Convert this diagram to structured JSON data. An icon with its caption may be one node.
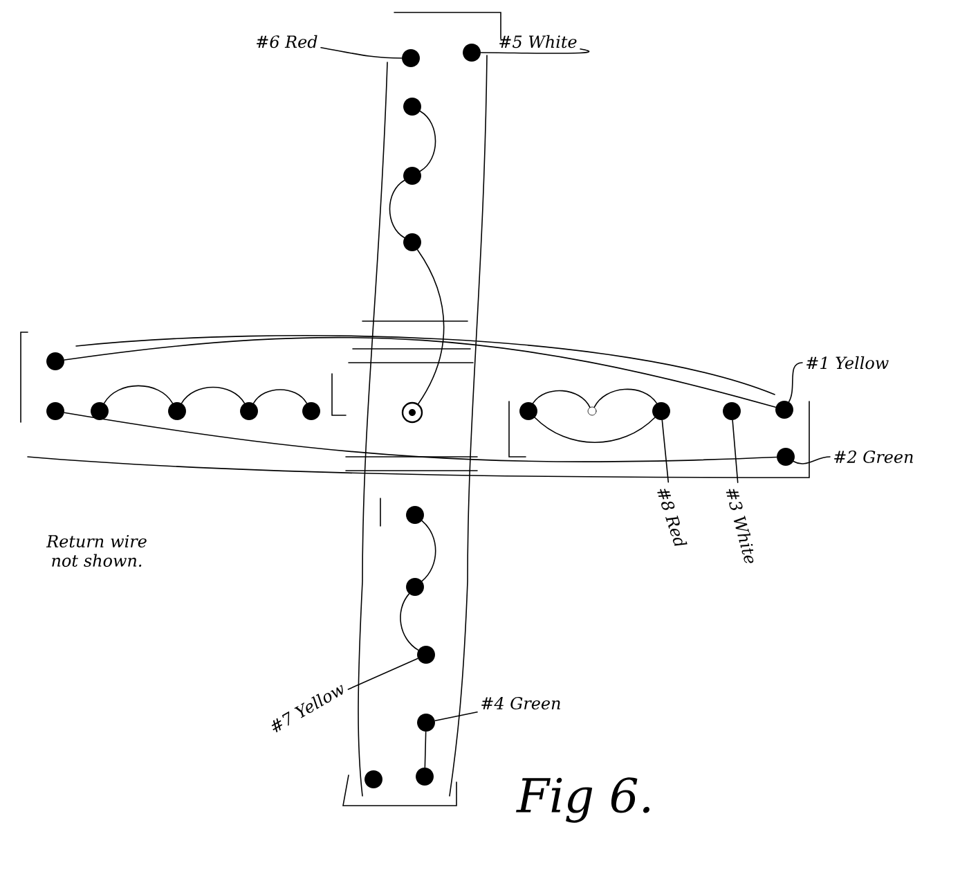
{
  "diagram": {
    "caption": "Fig 6.",
    "nodes": [
      {
        "text": [
          "#6 Red"
        ]
      },
      {
        "text": [
          "#5 White"
        ]
      },
      {
        "text": [
          "#1 Yellow"
        ]
      },
      {
        "text": [
          "#2 Green"
        ]
      },
      {
        "text": [
          "#8 Red"
        ]
      },
      {
        "text": [
          "#3 White"
        ]
      },
      {
        "text": [
          "#7 Yellow"
        ]
      },
      {
        "text": [
          "#4 Green"
        ]
      },
      {
        "text": [],
        "shape": "circle"
      },
      {
        "text": [],
        "shape": "circle"
      },
      {
        "text": [],
        "shape": "circle"
      },
      {
        "text": [],
        "shape": "circle"
      },
      {
        "text": [],
        "shape": "circle"
      },
      {
        "text": [],
        "shape": "circle"
      },
      {
        "text": [],
        "shape": "circle"
      },
      {
        "text": [],
        "shape": "circle"
      },
      {
        "text": [],
        "shape": "circle"
      },
      {
        "text": [],
        "shape": "circle"
      },
      {
        "text": [],
        "shape": "circle"
      },
      {
        "text": [],
        "shape": "circle"
      },
      {
        "text": [],
        "shape": "circle"
      },
      {
        "text": [],
        "shape": "circle"
      },
      {
        "text": [],
        "shape": "circle"
      },
      {
        "text": [],
        "shape": "circle"
      },
      {
        "text": [],
        "shape": "circle"
      },
      {
        "text": [],
        "shape": "circle"
      },
      {
        "text": [],
        "shape": "circle"
      },
      {
        "text": [],
        "shape": "circle"
      },
      {
        "text": [],
        "shape": "circle"
      },
      {
        "text": [],
        "shape": "circle"
      },
      {
        "text": [],
        "shape": "circle"
      },
      {
        "text": [],
        "shape": "circle"
      }
    ],
    "edges": [
      {
        "from": 0,
        "to": 8,
        "arrow": "none"
      },
      {
        "from": 1,
        "to": 9,
        "arrow": "none"
      },
      {
        "from": 2,
        "to": 24,
        "arrow": "none"
      },
      {
        "from": 3,
        "to": 25,
        "arrow": "none"
      },
      {
        "from": 4,
        "to": 22,
        "arrow": "none"
      },
      {
        "from": 5,
        "to": 23,
        "arrow": "none"
      },
      {
        "from": 6,
        "to": 28,
        "arrow": "none"
      },
      {
        "from": 7,
        "to": 29,
        "arrow": "none"
      },
      {
        "from": 10,
        "to": 11,
        "arrow": "none"
      },
      {
        "from": 11,
        "to": 12,
        "arrow": "none"
      },
      {
        "from": 12,
        "to": 19,
        "arrow": "none"
      },
      {
        "from": 15,
        "to": 16,
        "arrow": "none"
      },
      {
        "from": 16,
        "to": 17,
        "arrow": "none"
      },
      {
        "from": 17,
        "to": 18,
        "arrow": "none"
      },
      {
        "from": 13,
        "to": 24,
        "arrow": "none"
      },
      {
        "from": 14,
        "to": 25,
        "arrow": "none"
      },
      {
        "from": 20,
        "to": 21,
        "arrow": "none"
      },
      {
        "from": 21,
        "to": 22,
        "arrow": "none"
      },
      {
        "from": 20,
        "to": 22,
        "arrow": "none"
      },
      {
        "from": 26,
        "to": 27,
        "arrow": "none"
      },
      {
        "from": 27,
        "to": 28,
        "arrow": "none"
      },
      {
        "from": 29,
        "to": 31,
        "arrow": "none"
      }
    ],
    "labels": [
      "Return wire not shown."
    ]
  }
}
